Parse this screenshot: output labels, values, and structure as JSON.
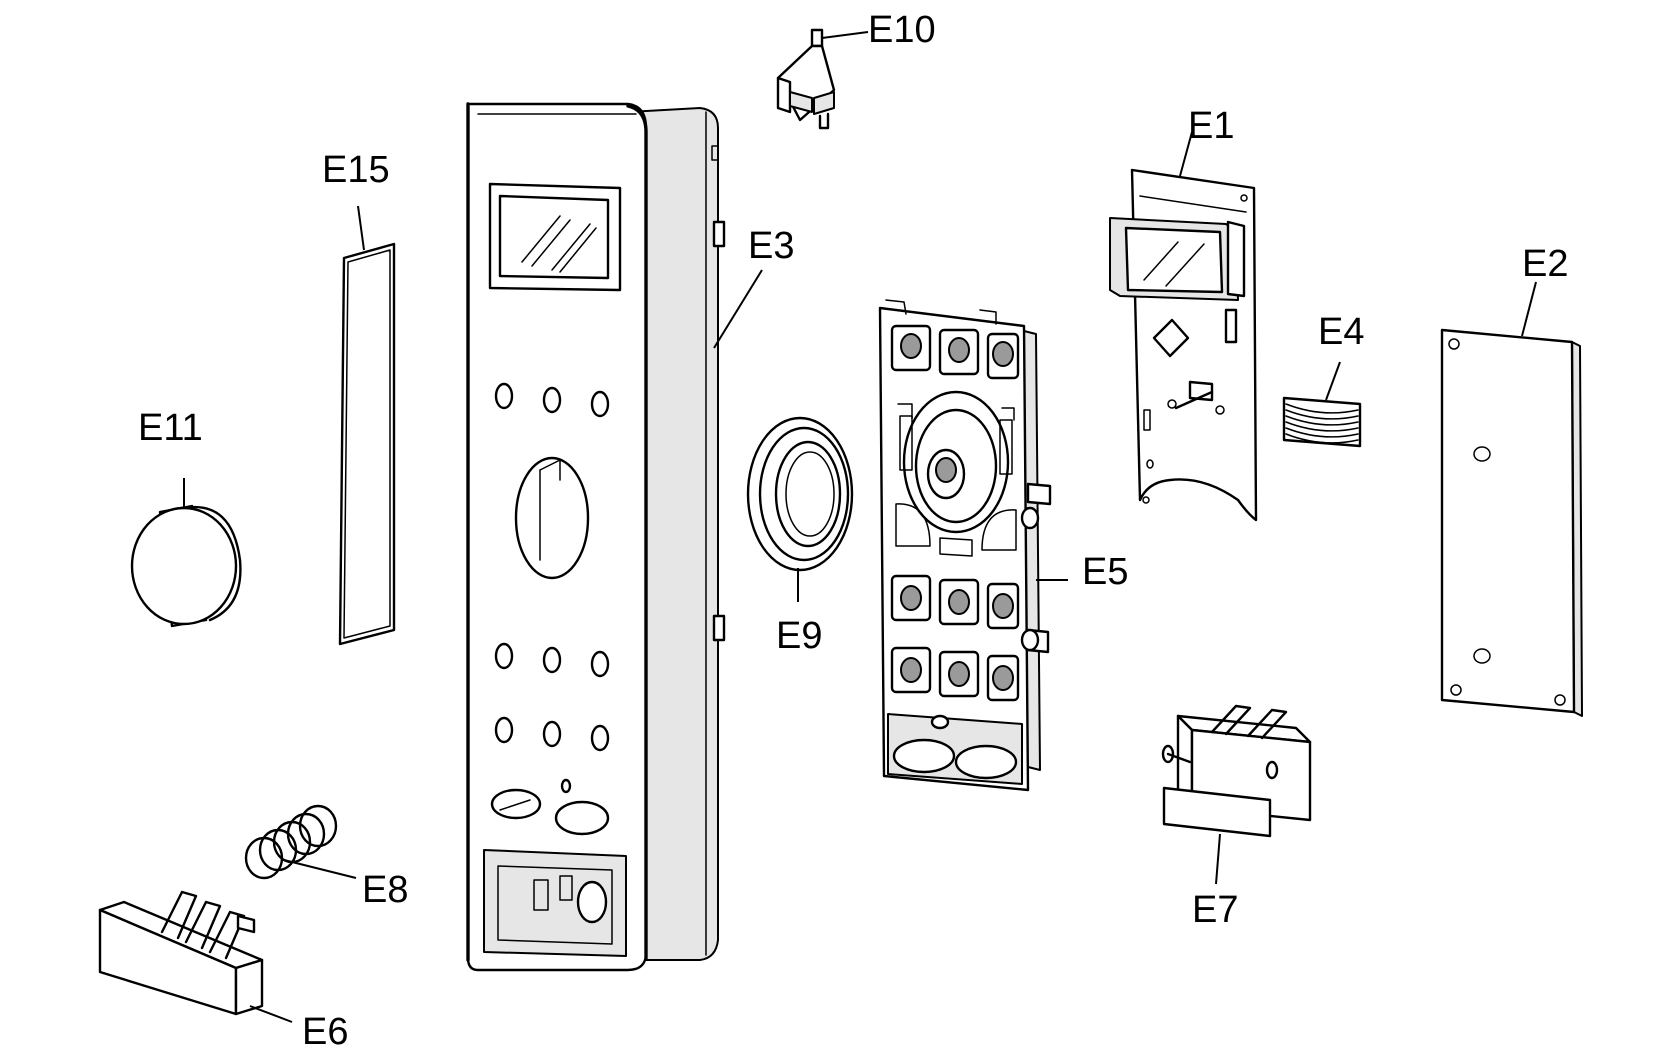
{
  "diagram": {
    "labels": {
      "e1": "E1",
      "e2": "E2",
      "e3": "E3",
      "e4": "E4",
      "e5": "E5",
      "e6": "E6",
      "e7": "E7",
      "e8": "E8",
      "e9": "E9",
      "e10": "E10",
      "e11": "E11",
      "e15": "E15"
    }
  }
}
